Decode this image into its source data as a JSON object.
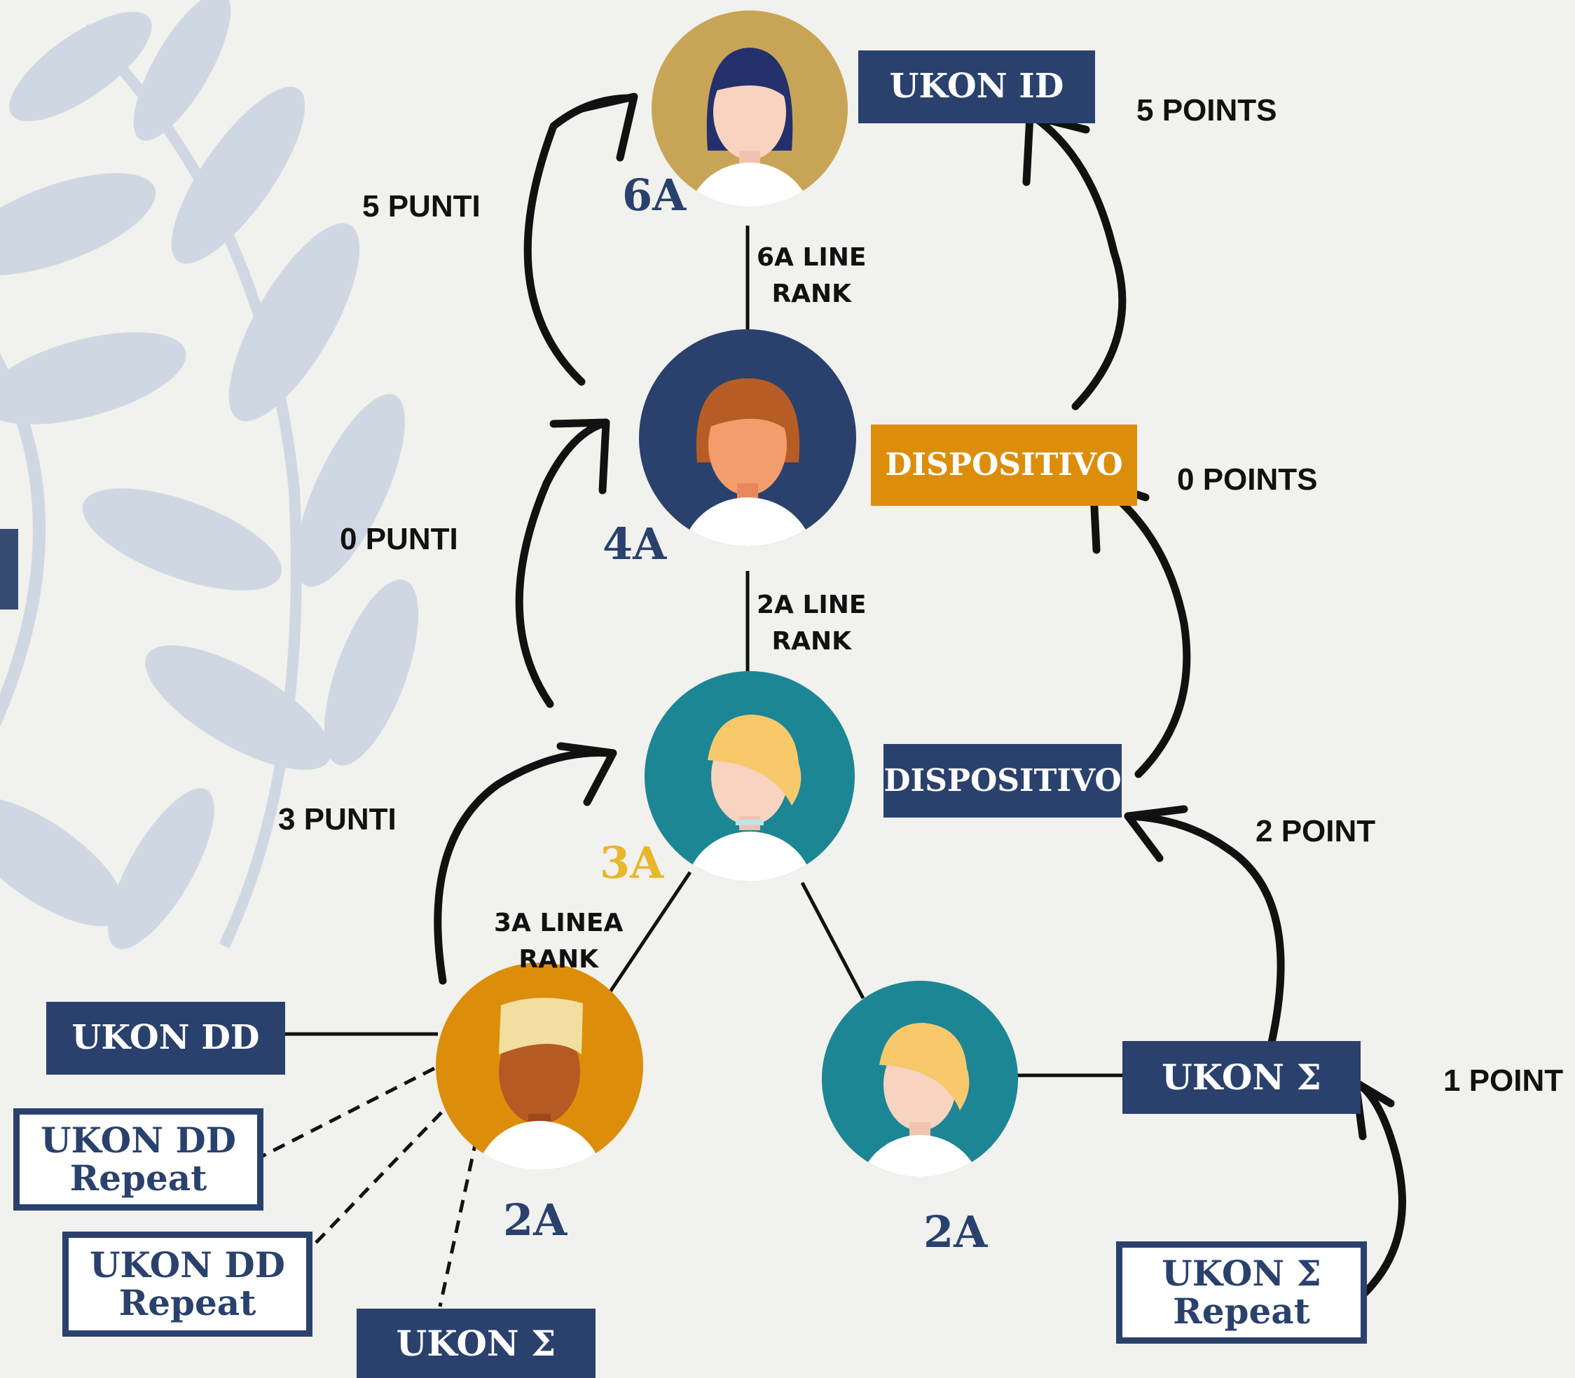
{
  "colors": {
    "background": "#f1f1ee",
    "navy": "#2a416d",
    "gold": "#dc8e0a",
    "teal": "#1c8694",
    "tan": "#c8a556",
    "leaves": "#cfd8e2",
    "arrow": "#111111",
    "level_yellow": "#e9b62c"
  },
  "nodes": {
    "node_6a": {
      "level": "6A",
      "circle_color": "#c8a556",
      "avatar": "woman-dark-hair-avatar"
    },
    "node_4a": {
      "level": "4A",
      "circle_color": "#2a416d",
      "avatar": "woman-auburn-hair-avatar"
    },
    "node_3a": {
      "level": "3A",
      "circle_color": "#1c8694",
      "avatar": "woman-blonde-hair-avatar"
    },
    "node_2a_left": {
      "level": "2A",
      "circle_color": "#dc8e0a",
      "avatar": "man-blonde-hair-avatar"
    },
    "node_2a_right": {
      "level": "2A",
      "circle_color": "#1c8694",
      "avatar": "woman-blonde-hair-avatar"
    }
  },
  "rank_labels": {
    "line_6a": [
      "6A LINE",
      "RANK"
    ],
    "line_2a": [
      "2A LINE",
      "RANK"
    ],
    "line_3a": [
      "3A LINEA",
      "RANK"
    ]
  },
  "points_left": {
    "p5": "5 PUNTI",
    "p0": "0 PUNTI",
    "p3": "3 PUNTI"
  },
  "points_right": {
    "p5": "5 POINTS",
    "p0": "0 POINTS",
    "p2": "2 POINT",
    "p1": "1 POINT"
  },
  "boxes": {
    "ukon_id": "UKON ID",
    "dispositivo_gold": "DISPOSITIVO",
    "dispositivo_navy": "DISPOSITIVO",
    "ukon_dd": "UKON DD",
    "ukon_dd_repeat_1": [
      "UKON DD",
      "Repeat"
    ],
    "ukon_dd_repeat_2": [
      "UKON DD",
      "Repeat"
    ],
    "ukon_sigma_bottom": "UKON Σ",
    "ukon_sigma_right": "UKON Σ",
    "ukon_sigma_repeat": [
      "UKON Σ",
      "Repeat"
    ]
  }
}
